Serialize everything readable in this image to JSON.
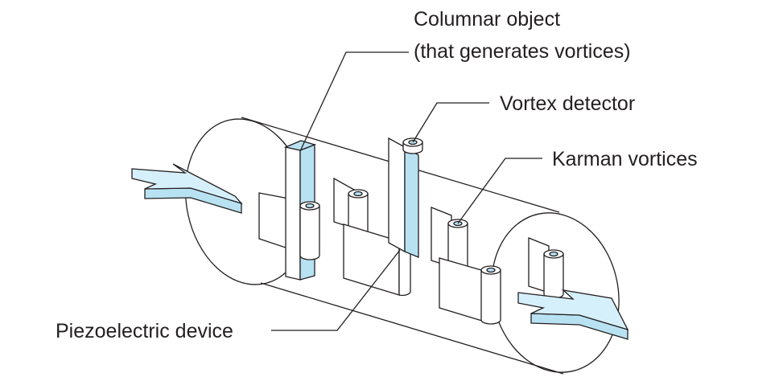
{
  "labels": {
    "columnar_object_line1": "Columnar object",
    "columnar_object_line2": "(that generates vortices)",
    "vortex_detector": "Vortex detector",
    "karman_vortices": "Karman vortices",
    "piezoelectric_device": "Piezoelectric device"
  },
  "colors": {
    "accent_fill": "#b8e2f2",
    "light_fill": "#d6f0fb",
    "line": "#231f20"
  }
}
